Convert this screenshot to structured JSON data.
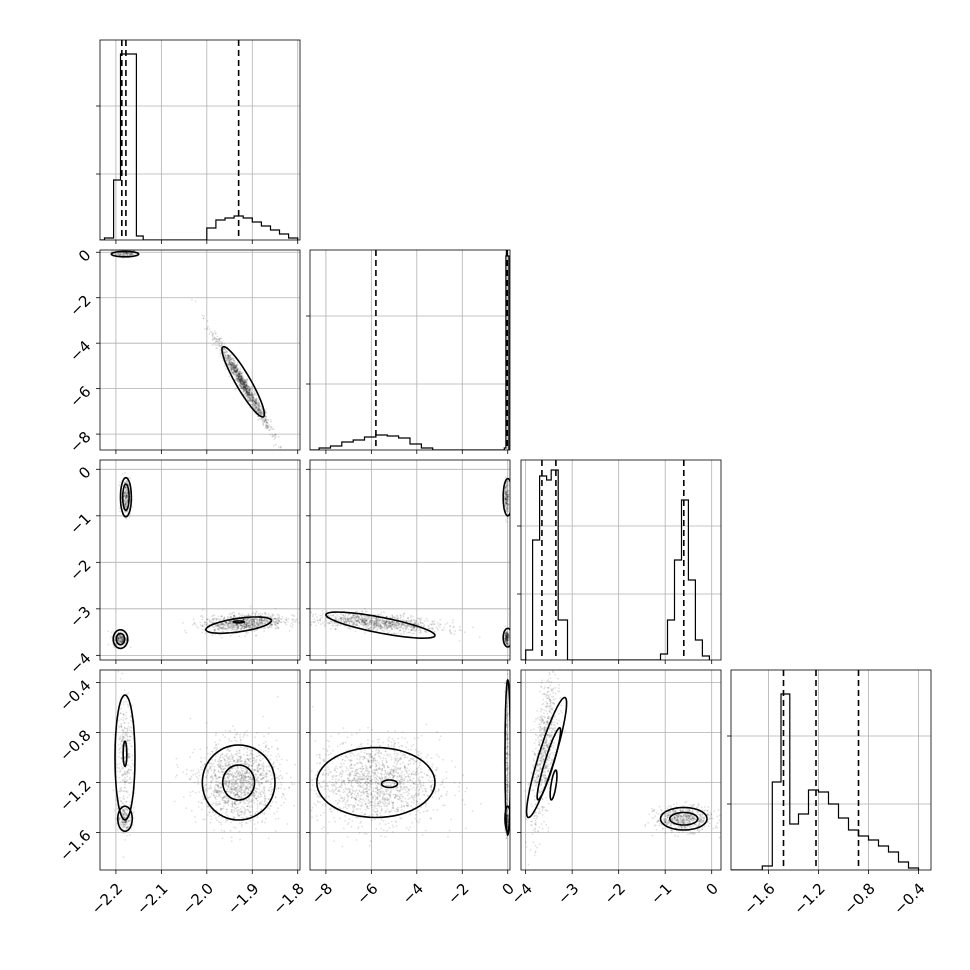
{
  "chart_data": {
    "type": "corner",
    "parameters": [
      {
        "range": [
          -2.235,
          -1.795
        ],
        "ticks": [
          -2.2,
          -2.1,
          -2.0,
          -1.9,
          -1.8
        ],
        "tick_labels": [
          "−2.2",
          "−2.1",
          "−2.0",
          "−1.9",
          "−1.8"
        ],
        "quantiles": [
          -2.187,
          -2.178,
          -1.93
        ],
        "hist": [
          [
            -2.235,
            0.0
          ],
          [
            -2.225,
            0.01
          ],
          [
            -2.205,
            0.3
          ],
          [
            -2.19,
            0.93
          ],
          [
            -2.18,
            0.93
          ],
          [
            -2.17,
            0.93
          ],
          [
            -2.16,
            0.93
          ],
          [
            -2.155,
            0.02
          ],
          [
            -2.14,
            0.0
          ],
          [
            -2.02,
            0.0
          ],
          [
            -2.0,
            0.06
          ],
          [
            -1.98,
            0.1
          ],
          [
            -1.96,
            0.11
          ],
          [
            -1.94,
            0.12
          ],
          [
            -1.92,
            0.11
          ],
          [
            -1.9,
            0.09
          ],
          [
            -1.88,
            0.07
          ],
          [
            -1.86,
            0.05
          ],
          [
            -1.84,
            0.03
          ],
          [
            -1.82,
            0.01
          ],
          [
            -1.8,
            0.0
          ]
        ]
      },
      {
        "range": [
          -8.7,
          0.1
        ],
        "ticks": [
          -8,
          -6,
          -4,
          -2,
          0
        ],
        "tick_labels": [
          "−8",
          "−6",
          "−4",
          "−2",
          "0"
        ],
        "quantiles": [
          -5.8,
          -0.05,
          -0.02
        ],
        "hist": [
          [
            -8.7,
            0.0
          ],
          [
            -8.3,
            0.01
          ],
          [
            -7.8,
            0.02
          ],
          [
            -7.3,
            0.04
          ],
          [
            -6.8,
            0.05
          ],
          [
            -6.3,
            0.065
          ],
          [
            -5.8,
            0.075
          ],
          [
            -5.3,
            0.07
          ],
          [
            -4.8,
            0.06
          ],
          [
            -4.3,
            0.03
          ],
          [
            -3.8,
            0.01
          ],
          [
            -3.3,
            0.0
          ],
          [
            -0.3,
            0.0
          ],
          [
            -0.15,
            0.01
          ],
          [
            -0.08,
            0.97
          ],
          [
            0.0,
            0.97
          ],
          [
            0.05,
            0.0
          ]
        ]
      },
      {
        "range": [
          -4.1,
          0.2
        ],
        "ticks": [
          -4,
          -3,
          -2,
          -1,
          0
        ],
        "tick_labels": [
          "−4",
          "−3",
          "−2",
          "−1",
          "0"
        ],
        "quantiles": [
          -3.65,
          -3.35,
          -0.6
        ],
        "hist": [
          [
            -4.1,
            0.0
          ],
          [
            -4.0,
            0.05
          ],
          [
            -3.85,
            0.6
          ],
          [
            -3.7,
            0.92
          ],
          [
            -3.55,
            0.9
          ],
          [
            -3.45,
            0.95
          ],
          [
            -3.3,
            0.2
          ],
          [
            -3.1,
            0.0
          ],
          [
            -2.5,
            0.0
          ],
          [
            -1.3,
            0.0
          ],
          [
            -1.1,
            0.03
          ],
          [
            -0.95,
            0.2
          ],
          [
            -0.8,
            0.5
          ],
          [
            -0.65,
            0.8
          ],
          [
            -0.5,
            0.4
          ],
          [
            -0.35,
            0.1
          ],
          [
            -0.2,
            0.02
          ],
          [
            -0.05,
            0.0
          ]
        ]
      },
      {
        "range": [
          -1.9,
          -0.3
        ],
        "ticks": [
          -1.6,
          -1.2,
          -0.8,
          -0.4
        ],
        "tick_labels": [
          "−1.6",
          "−1.2",
          "−0.8",
          "−0.4"
        ],
        "quantiles": [
          -1.48,
          -1.22,
          -0.88
        ],
        "hist": [
          [
            -1.9,
            0.0
          ],
          [
            -1.65,
            0.02
          ],
          [
            -1.57,
            0.44
          ],
          [
            -1.5,
            0.88
          ],
          [
            -1.43,
            0.23
          ],
          [
            -1.36,
            0.28
          ],
          [
            -1.28,
            0.4
          ],
          [
            -1.2,
            0.39
          ],
          [
            -1.12,
            0.33
          ],
          [
            -1.04,
            0.26
          ],
          [
            -0.96,
            0.2
          ],
          [
            -0.88,
            0.17
          ],
          [
            -0.8,
            0.15
          ],
          [
            -0.72,
            0.12
          ],
          [
            -0.64,
            0.09
          ],
          [
            -0.56,
            0.04
          ],
          [
            -0.48,
            0.01
          ],
          [
            -0.4,
            0.0
          ]
        ]
      }
    ],
    "hist_ylim": [
      0,
      1
    ],
    "hist_yticks": [
      0.33,
      0.67
    ],
    "blobs": [
      {
        "pair": [
          0,
          1
        ],
        "cx": -2.18,
        "cy": -0.05,
        "sx": 0.013,
        "sy": 0.08,
        "n": 160
      },
      {
        "pair": [
          0,
          1
        ],
        "cx": -1.92,
        "cy": -5.8,
        "sx": 0.03,
        "sy": 1.0,
        "rho": -0.98,
        "n": 1200
      },
      {
        "pair": [
          0,
          2
        ],
        "cx": -2.178,
        "cy": -0.6,
        "sx": 0.005,
        "sy": 0.2,
        "n": 260
      },
      {
        "pair": [
          0,
          2
        ],
        "cx": -2.19,
        "cy": -3.65,
        "sx": 0.008,
        "sy": 0.08,
        "n": 220
      },
      {
        "pair": [
          0,
          2
        ],
        "cx": -1.92,
        "cy": -3.3,
        "sx": 0.045,
        "sy": 0.1,
        "rho": 0.3,
        "n": 900
      },
      {
        "pair": [
          0,
          3
        ],
        "cx": -2.18,
        "cy": -1.0,
        "sx": 0.01,
        "sy": 0.24,
        "n": 300
      },
      {
        "pair": [
          0,
          3
        ],
        "cx": -2.18,
        "cy": -1.49,
        "sx": 0.008,
        "sy": 0.05,
        "n": 160
      },
      {
        "pair": [
          0,
          3
        ],
        "cx": -1.93,
        "cy": -1.2,
        "sx": 0.045,
        "sy": 0.16,
        "n": 1400
      },
      {
        "pair": [
          1,
          2
        ],
        "cx": -5.7,
        "cy": -3.3,
        "sx": 1.4,
        "sy": 0.1,
        "rho": -0.5,
        "n": 1000
      },
      {
        "pair": [
          1,
          2
        ],
        "cx": -0.05,
        "cy": -0.6,
        "sx": 0.05,
        "sy": 0.18,
        "n": 180
      },
      {
        "pair": [
          1,
          2
        ],
        "cx": -0.05,
        "cy": -3.62,
        "sx": 0.05,
        "sy": 0.08,
        "n": 160
      },
      {
        "pair": [
          1,
          3
        ],
        "cx": -5.8,
        "cy": -1.2,
        "sx": 1.4,
        "sy": 0.17,
        "n": 1500
      },
      {
        "pair": [
          1,
          3
        ],
        "cx": -0.05,
        "cy": -1.0,
        "sx": 0.04,
        "sy": 0.28,
        "n": 200
      },
      {
        "pair": [
          1,
          3
        ],
        "cx": -0.05,
        "cy": -1.49,
        "sx": 0.04,
        "sy": 0.05,
        "n": 120
      },
      {
        "pair": [
          2,
          3
        ],
        "cx": -3.6,
        "cy": -0.95,
        "sx": 0.14,
        "sy": 0.3,
        "rho": 0.6,
        "n": 700
      },
      {
        "pair": [
          2,
          3
        ],
        "cx": -0.6,
        "cy": -1.49,
        "sx": 0.3,
        "sy": 0.05,
        "n": 600
      }
    ],
    "contours": [
      {
        "pair": [
          0,
          1
        ],
        "cx": -2.18,
        "cy": -0.08,
        "rx": 0.03,
        "ry": 0.12,
        "angle": 0
      },
      {
        "pair": [
          0,
          1
        ],
        "cx": -1.92,
        "cy": -5.7,
        "rx": 0.055,
        "ry": 1.7,
        "angle": -0.98
      },
      {
        "pair": [
          0,
          2
        ],
        "cx": -2.178,
        "cy": -0.6,
        "rx": 0.012,
        "ry": 0.42,
        "angle": 0
      },
      {
        "pair": [
          0,
          2
        ],
        "cx": -2.178,
        "cy": -0.6,
        "rx": 0.007,
        "ry": 0.28,
        "angle": 0
      },
      {
        "pair": [
          0,
          2
        ],
        "cx": -2.19,
        "cy": -3.65,
        "rx": 0.016,
        "ry": 0.2,
        "angle": 0
      },
      {
        "pair": [
          0,
          2
        ],
        "cx": -2.19,
        "cy": -3.65,
        "rx": 0.009,
        "ry": 0.12,
        "angle": 0
      },
      {
        "pair": [
          0,
          2
        ],
        "cx": -1.93,
        "cy": -3.35,
        "rx": 0.075,
        "ry": 0.15,
        "angle": 0.25
      },
      {
        "pair": [
          0,
          2
        ],
        "cx": -1.93,
        "cy": -3.28,
        "rx": 0.012,
        "ry": 0.02,
        "angle": 0
      },
      {
        "pair": [
          0,
          3
        ],
        "cx": -2.18,
        "cy": -1.0,
        "rx": 0.022,
        "ry": 0.5,
        "angle": 0
      },
      {
        "pair": [
          0,
          3
        ],
        "cx": -2.18,
        "cy": -0.97,
        "rx": 0.004,
        "ry": 0.1,
        "angle": 0
      },
      {
        "pair": [
          0,
          3
        ],
        "cx": -2.18,
        "cy": -1.49,
        "rx": 0.016,
        "ry": 0.1,
        "angle": 0
      },
      {
        "pair": [
          0,
          3
        ],
        "cx": -1.93,
        "cy": -1.2,
        "rx": 0.08,
        "ry": 0.3,
        "angle": 0
      },
      {
        "pair": [
          0,
          3
        ],
        "cx": -1.93,
        "cy": -1.2,
        "rx": 0.035,
        "ry": 0.14,
        "angle": 0
      },
      {
        "pair": [
          1,
          2
        ],
        "cx": -5.6,
        "cy": -3.35,
        "rx": 2.6,
        "ry": 0.18,
        "angle": -0.35
      },
      {
        "pair": [
          1,
          2
        ],
        "cx": 0.0,
        "cy": -0.6,
        "rx": 0.2,
        "ry": 0.4,
        "angle": 0
      },
      {
        "pair": [
          1,
          2
        ],
        "cx": 0.0,
        "cy": -3.62,
        "rx": 0.2,
        "ry": 0.2,
        "angle": 0
      },
      {
        "pair": [
          1,
          3
        ],
        "cx": -5.8,
        "cy": -1.2,
        "rx": 2.6,
        "ry": 0.28,
        "angle": 0
      },
      {
        "pair": [
          1,
          3
        ],
        "cx": -5.2,
        "cy": -1.21,
        "rx": 0.35,
        "ry": 0.03,
        "angle": 0
      },
      {
        "pair": [
          1,
          3
        ],
        "cx": 0.0,
        "cy": -1.0,
        "rx": 0.12,
        "ry": 0.62,
        "angle": 0
      },
      {
        "pair": [
          1,
          3
        ],
        "cx": 0.0,
        "cy": -1.49,
        "rx": 0.12,
        "ry": 0.1,
        "angle": 0
      },
      {
        "pair": [
          2,
          3
        ],
        "cx": -3.55,
        "cy": -1.0,
        "rx": 0.26,
        "ry": 0.5,
        "angle": 0.6
      },
      {
        "pair": [
          2,
          3
        ],
        "cx": -3.5,
        "cy": -1.05,
        "rx": 0.14,
        "ry": 0.3,
        "angle": 0.6
      },
      {
        "pair": [
          2,
          3
        ],
        "cx": -3.4,
        "cy": -1.22,
        "rx": 0.06,
        "ry": 0.12,
        "angle": 0.3
      },
      {
        "pair": [
          2,
          3
        ],
        "cx": -0.6,
        "cy": -1.49,
        "rx": 0.5,
        "ry": 0.09,
        "angle": 0
      },
      {
        "pair": [
          2,
          3
        ],
        "cx": -0.6,
        "cy": -1.49,
        "rx": 0.3,
        "ry": 0.05,
        "angle": 0
      }
    ]
  }
}
